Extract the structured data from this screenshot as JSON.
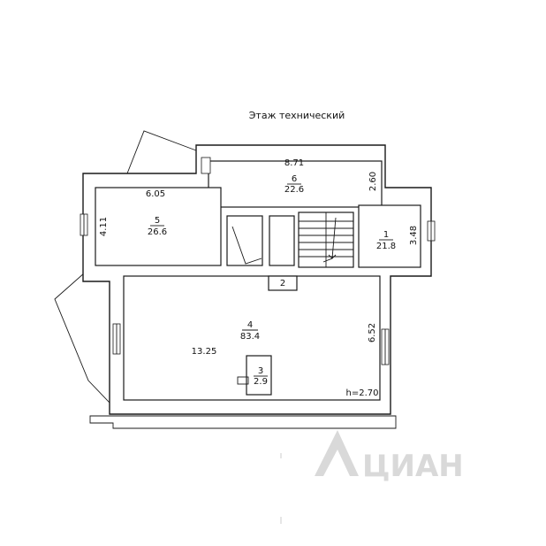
{
  "title": "Этаж технический",
  "ceiling_height": "h=2.70",
  "rooms": [
    {
      "number": "1",
      "area": "21.8",
      "dimension": "3.48"
    },
    {
      "number": "2",
      "area": "",
      "dimension": ""
    },
    {
      "number": "3",
      "area": "2.9",
      "dimension": ""
    },
    {
      "number": "4",
      "area": "83.4",
      "dimension": "6.52",
      "dimension_2": "13.25"
    },
    {
      "number": "5",
      "area": "26.6",
      "dimension": "6.05",
      "dimension_2": "4.11"
    },
    {
      "number": "6",
      "area": "22.6",
      "dimension": "8.71",
      "dimension_2": "2.60"
    }
  ],
  "watermark": "ЦИАН"
}
